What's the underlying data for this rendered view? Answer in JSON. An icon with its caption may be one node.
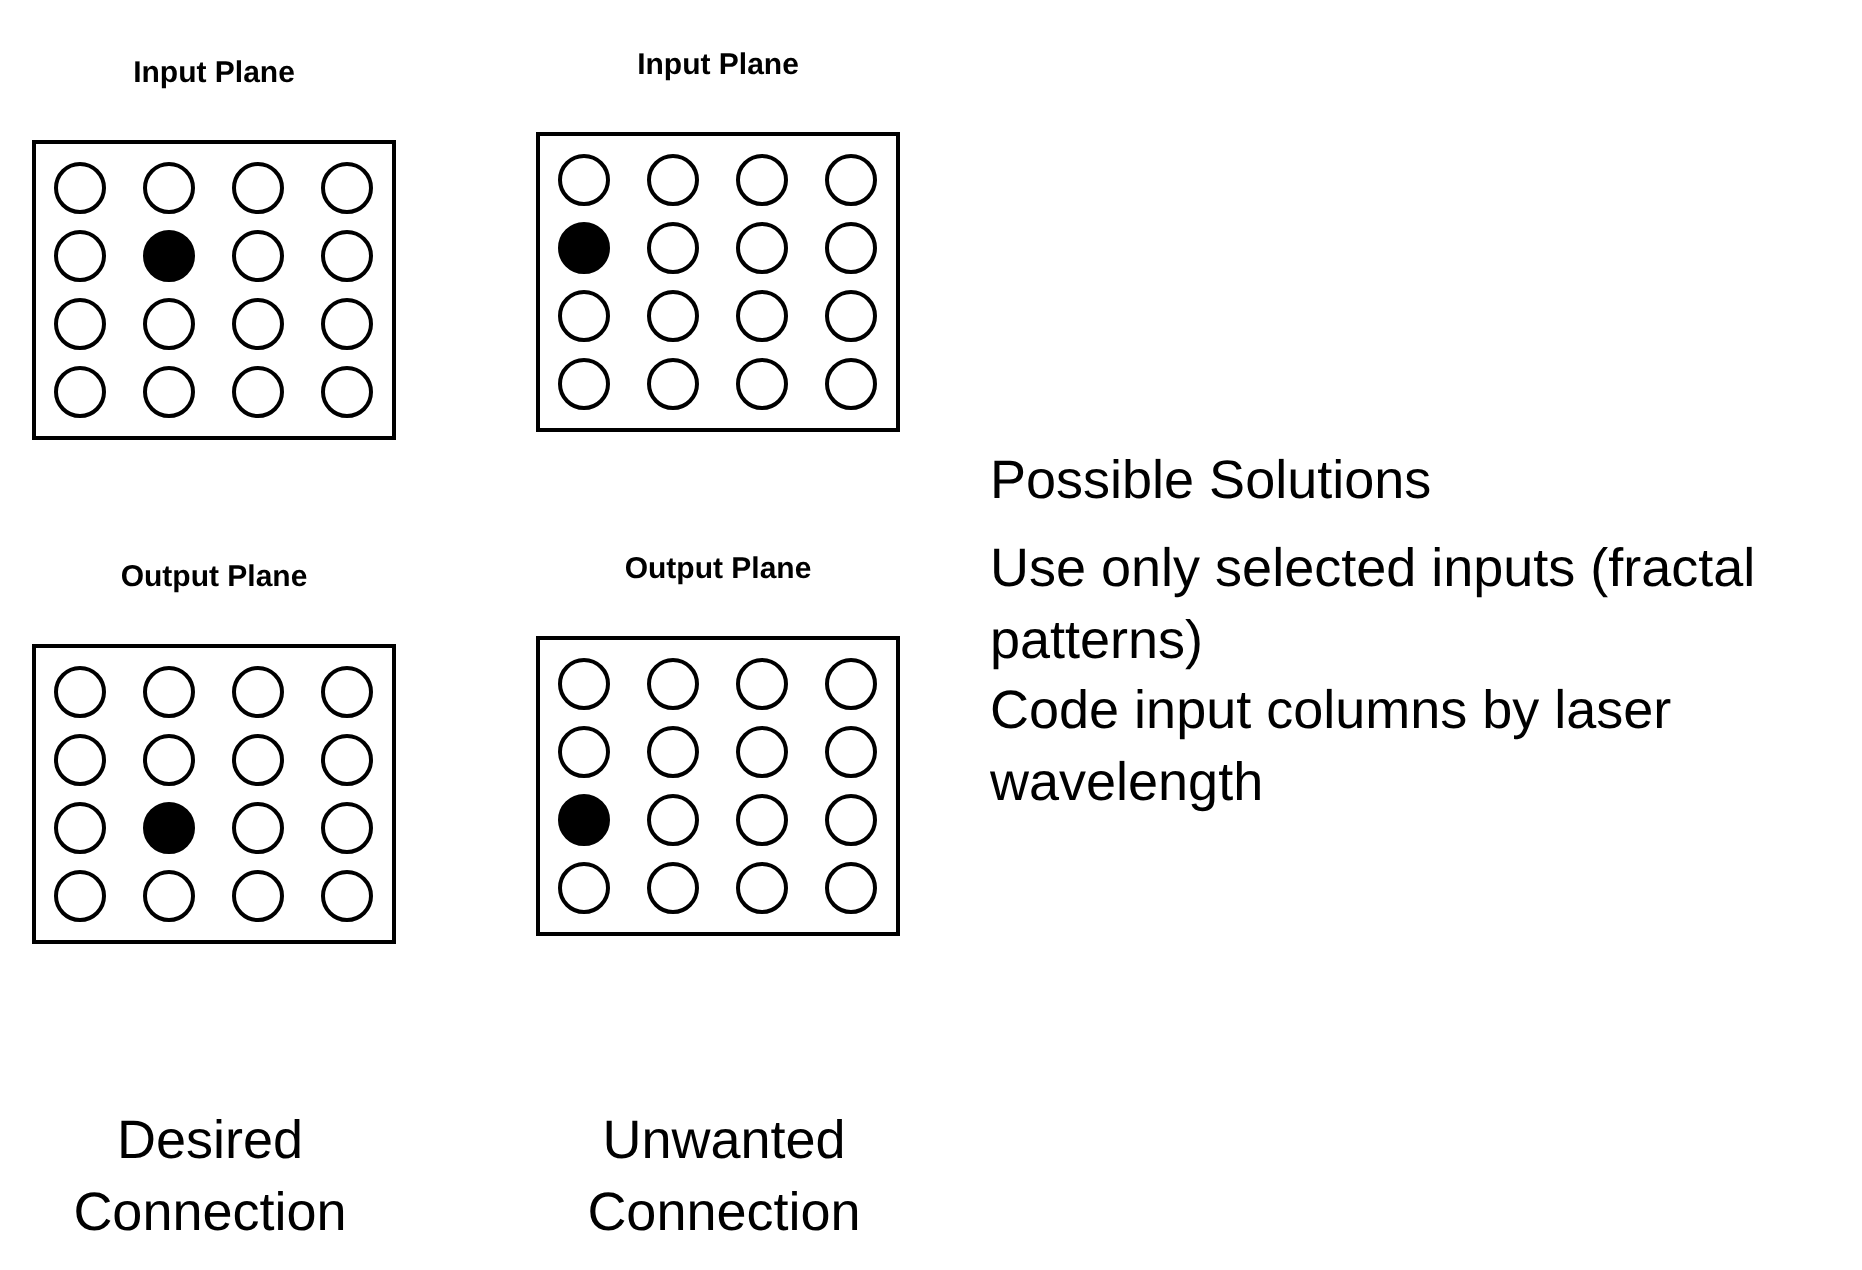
{
  "diagram": {
    "nodes": [
      {
        "text": [
          "Input Plane"
        ]
      },
      {
        "text": [
          "Input Plane"
        ]
      },
      {
        "text": [
          "Output Plane"
        ]
      },
      {
        "text": [
          "Output Plane"
        ]
      }
    ],
    "labels": [
      "Possible Solutions",
      "Use only selected inputs (fractal patterns)",
      "Code input columns by laser wavelength",
      "Desired Connection",
      "Unwanted Connection"
    ]
  }
}
